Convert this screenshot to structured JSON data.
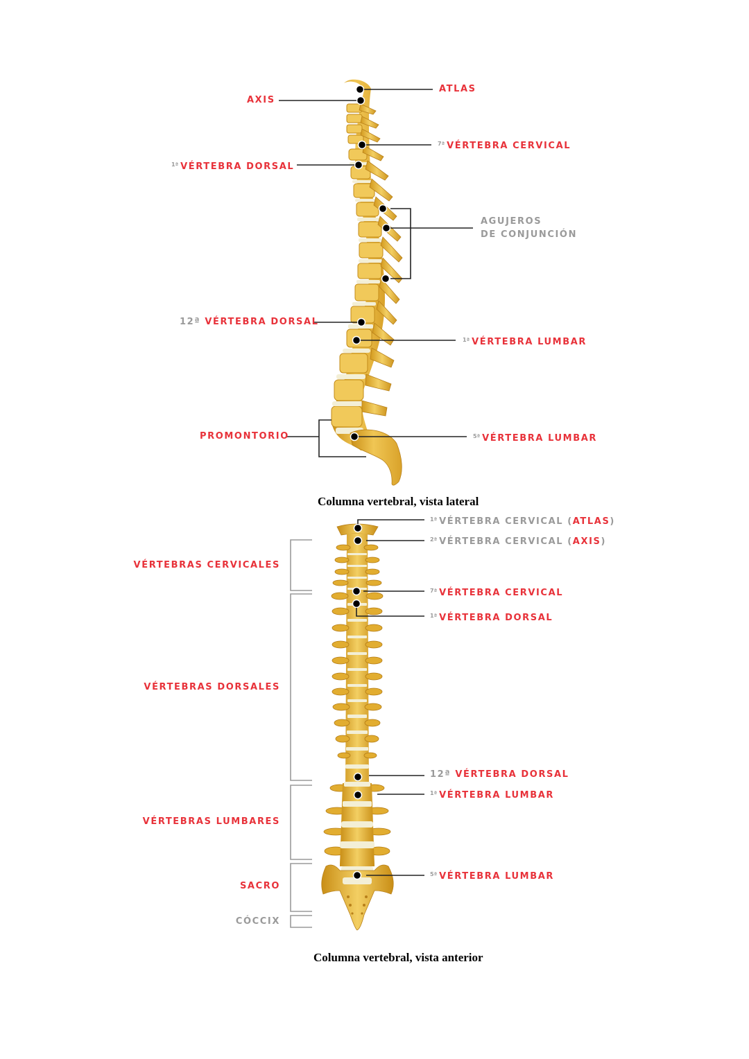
{
  "figures": [
    {
      "caption": "Columna vertebral, vista lateral",
      "labels": {
        "atlas": {
          "text": "ATLAS",
          "color": "#e8323a"
        },
        "axis": {
          "text": "AXIS",
          "color": "#e8323a"
        },
        "c7": {
          "num": "7ª",
          "text": "VÉRTEBRA  CERVICAL"
        },
        "d1": {
          "num": "1ª",
          "text": "VÉRTEBRA DORSAL"
        },
        "agujeros_line1": "AGUJEROS",
        "agujeros_line2": "DE CONJUNCIÓN",
        "d12": {
          "num": "12ª",
          "text": "VÉRTEBRA  DORSAL"
        },
        "l1": {
          "num": "1ª",
          "text": "VÉRTEBRA  LUMBAR"
        },
        "promontorio": "PROMONTORIO",
        "l5": {
          "num": "5ª",
          "text": "VÉRTEBRA  LUMBAR"
        }
      }
    },
    {
      "caption": "Columna vertebral, vista anterior",
      "labels": {
        "c1": {
          "num": "1ª",
          "prefix": "VÉRTEBRA CERVICAL (",
          "highlight": "ATLAS",
          "suffix": ")"
        },
        "c2": {
          "num": "2ª",
          "prefix": "VÉRTEBRA CERVICAL (",
          "highlight": "AXIS",
          "suffix": ")"
        },
        "c7": {
          "num": "7ª",
          "text": "VÉRTEBRA CERVICAL"
        },
        "d1": {
          "num": "1ª",
          "text": "VÉRTEBRA DORSAL"
        },
        "d12": {
          "num": "12ª",
          "text": "VÉRTEBRA DORSAL"
        },
        "l1": {
          "num": "1ª",
          "text": "VÉRTEBRA LUMBAR"
        },
        "l5": {
          "num": "5ª",
          "text": "VÉRTEBRA LUMBAR"
        }
      },
      "regions": [
        {
          "name": "VÉRTEBRAS CERVICALES",
          "color": "#e8323a"
        },
        {
          "name": "VÉRTEBRAS DORSALES",
          "color": "#e8323a"
        },
        {
          "name": "VÉRTEBRAS  LUMBARES",
          "color": "#e8323a"
        },
        {
          "name": "SACRO",
          "color": "#e8323a"
        },
        {
          "name": "CÓCCIX",
          "color": "#9a9a9a"
        }
      ]
    }
  ],
  "colors": {
    "label_red": "#e8323a",
    "label_gray": "#9a9a9a",
    "bone": "#e6b432",
    "bone_light": "#f5d77a",
    "disc": "#f2efd8",
    "leader": "#222222",
    "bracket": "#9a9a9a"
  }
}
